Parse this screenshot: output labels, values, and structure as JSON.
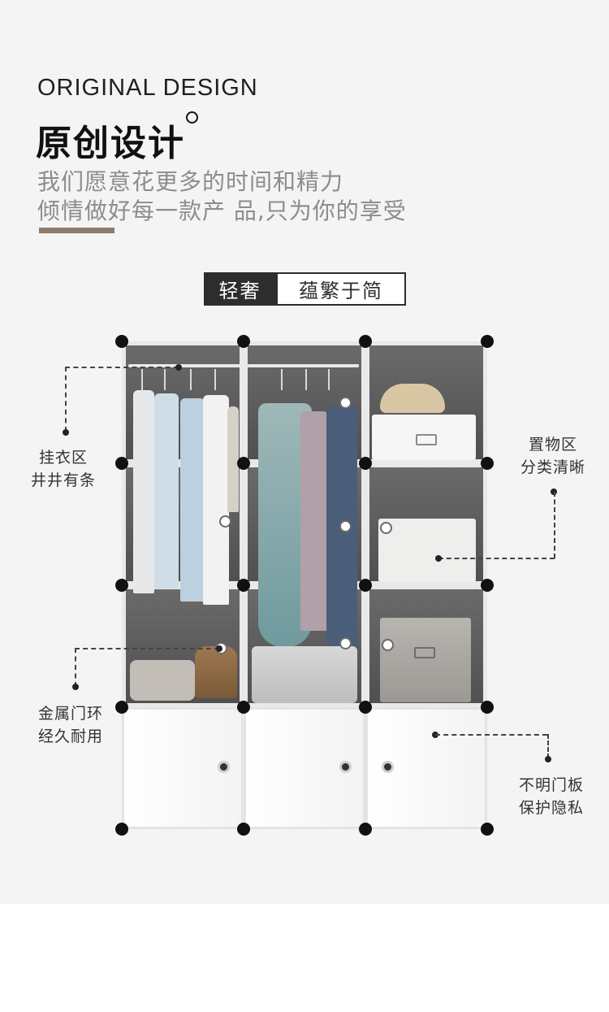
{
  "header": {
    "eyebrow": "ORIGINAL DESIGN",
    "headline": "原创设计",
    "sub_line_1": "我们愿意花更多的时间和精力",
    "sub_line_2": "倾情做好每一款产 品,只为你的享受"
  },
  "tags": {
    "dark": "轻奢",
    "light": "蕴繁于简"
  },
  "callouts": {
    "hanging": {
      "line1": "挂衣区",
      "line2": "井井有条"
    },
    "storage": {
      "line1": "置物区",
      "line2": "分类清晰"
    },
    "ring": {
      "line1": "金属门环",
      "line2": "经久耐用"
    },
    "door": {
      "line1": "不明门板",
      "line2": "保护隐私"
    }
  },
  "colors": {
    "accent": "#8e7b69",
    "subtitle": "#8c8c8c",
    "tag_dark": "#2d2d2d"
  }
}
